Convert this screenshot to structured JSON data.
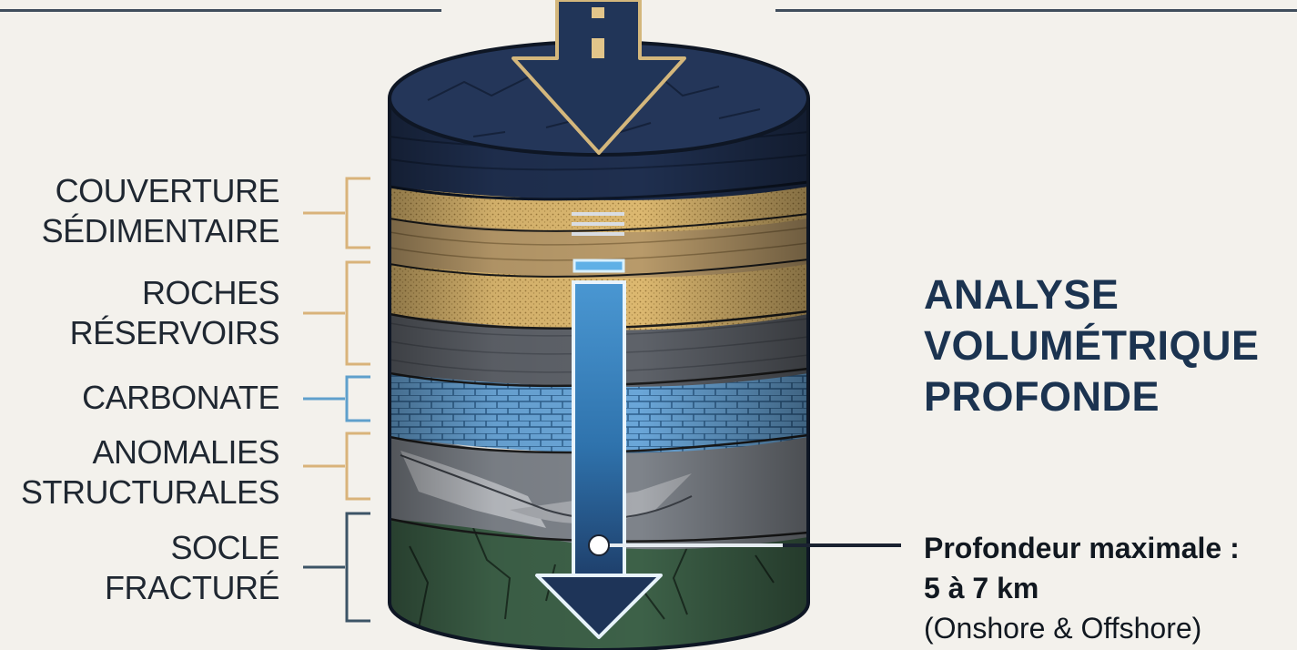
{
  "layers": [
    {
      "lines": [
        "COUVERTURE",
        "SÉDIMENTAIRE"
      ],
      "bracket_color": "#d9b37a"
    },
    {
      "lines": [
        "ROCHES",
        "RÉSERVOIRS"
      ],
      "bracket_color": "#d9b37a"
    },
    {
      "lines": [
        "CARBONATE"
      ],
      "bracket_color": "#5fa0cc"
    },
    {
      "lines": [
        "ANOMALIES",
        "STRUCTURALES"
      ],
      "bracket_color": "#d9b37a"
    },
    {
      "lines": [
        "SOCLE",
        "FRACTURÉ"
      ],
      "bracket_color": "#3c5466"
    }
  ],
  "title": {
    "line1": "ANALYSE",
    "line2": "VOLUMÉTRIQUE",
    "line3": "PROFONDE"
  },
  "depth": {
    "label": "Profondeur maximale :",
    "value": "5 à 7 km",
    "scope": "(Onshore & Offshore)"
  },
  "colors": {
    "navy": "#1f2f4f",
    "sand": "#d8b46a",
    "tan": "#b89a6a",
    "gray": "#5e6269",
    "blue": "#5f9bd0",
    "basement": "#3d6148",
    "accent_blue": "#3b88c4"
  }
}
